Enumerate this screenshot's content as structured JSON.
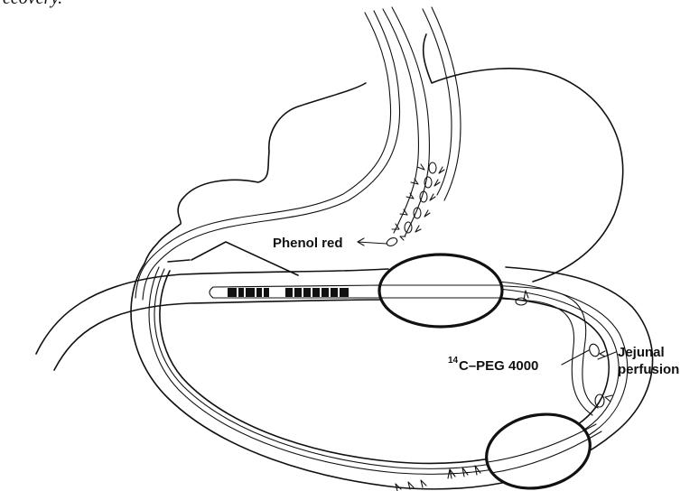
{
  "caption_fragment": "recovery.",
  "labels": {
    "phenol_red": "Phenol red",
    "peg_prefix": "14",
    "peg_text": "C–PEG 4000",
    "jejunal_line1": "Jejunal",
    "jejunal_line2": "perfusion"
  }
}
